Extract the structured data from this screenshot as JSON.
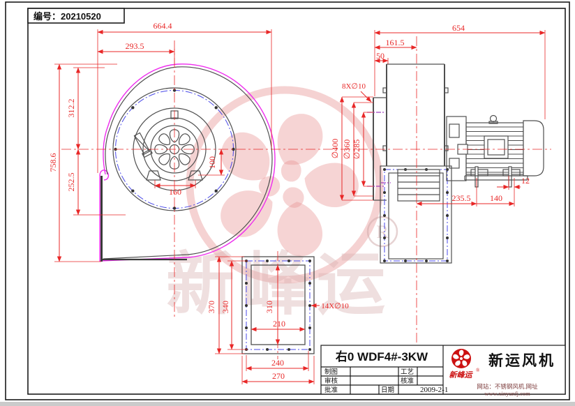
{
  "sheet": {
    "doc_no": "编号：20210520"
  },
  "front_view": {
    "width_total": "664.4",
    "width_center": "293.5",
    "height_total": "758.6",
    "height_upper": "312.2",
    "height_lower": "252.5",
    "foot_span": "160",
    "foot_offset": "100"
  },
  "side_view": {
    "depth_total": "654",
    "inlet_to_center": "161.5",
    "flange_gap": "50",
    "inlet_holes": "8X∅10",
    "d_outer": "∅400",
    "d_mid": "∅360",
    "d_inner": "∅285",
    "center_to_foot": "235.5",
    "foot_span": "140",
    "slot_width": "12"
  },
  "outlet_flange": {
    "height_outer": "370",
    "height_bolt": "340",
    "opening_h": "310",
    "opening_w": "210",
    "bolt_w": "240",
    "width_outer": "270",
    "holes": "14X∅10"
  },
  "title_block": {
    "model": "右0 WDF4#-3KW",
    "drawn": "制图",
    "checked": "审核",
    "approved": "批准",
    "process": "工艺",
    "ratified": "核准",
    "date_label": "日期",
    "date": "2009-2-1"
  },
  "company": {
    "name": "新运风机",
    "brand_script": "新峰运",
    "reg": "®",
    "tagline": "网站：不锈钢风机.网址",
    "website": "www.xinyunfj.com"
  },
  "watermark": {
    "brand": "新峰运",
    "reg": "R"
  },
  "colors": {
    "dim_red": "#e82727",
    "scroll_magenta": "#ee2bee",
    "bolt_blue": "#4848e8",
    "line_gray": "#4f4f4f"
  }
}
